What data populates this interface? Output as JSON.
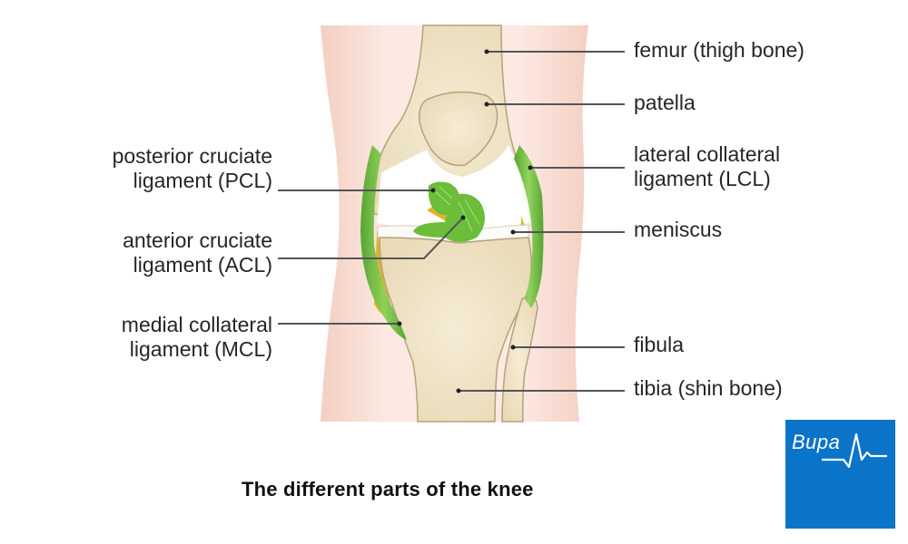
{
  "diagram": {
    "title": "The different parts of the knee",
    "colors": {
      "skin": "#f7ddd3",
      "bone": "#efe2c4",
      "bone_outline": "#b5a27c",
      "ligament": "#6bbd3a",
      "meniscus": "#ffffff",
      "cartilage_yellow": "#e0b42a",
      "leader_line": "#555555",
      "logo_blue": "#0a74c9"
    },
    "labels_left": [
      {
        "id": "pcl",
        "line1": "posterior cruciate",
        "line2": "ligament (PCL)"
      },
      {
        "id": "acl",
        "line1": "anterior cruciate",
        "line2": "ligament (ACL)"
      },
      {
        "id": "mcl",
        "line1": "medial collateral",
        "line2": "ligament (MCL)"
      }
    ],
    "labels_right": [
      {
        "id": "femur",
        "line1": "femur (thigh bone)"
      },
      {
        "id": "patella",
        "line1": "patella"
      },
      {
        "id": "lcl",
        "line1": "lateral collateral",
        "line2": "ligament (LCL)"
      },
      {
        "id": "meniscus",
        "line1": "meniscus"
      },
      {
        "id": "fibula",
        "line1": "fibula"
      },
      {
        "id": "tibia",
        "line1": "tibia (shin bone)"
      }
    ]
  },
  "logo": {
    "brand": "Bupa",
    "icon": "heartbeat-icon"
  }
}
